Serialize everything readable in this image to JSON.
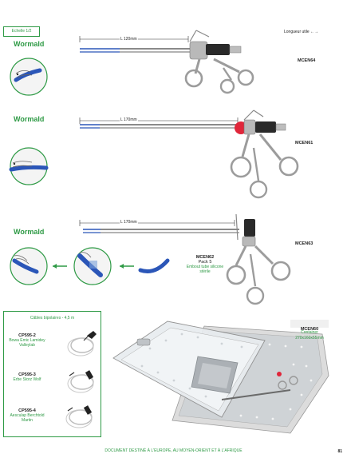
{
  "header": {
    "scale_label": "Echelle 1/2",
    "useful_length_label": "Longueur utile ←→"
  },
  "products": [
    {
      "brand": "Wormald",
      "length_label": "L 120mm",
      "ref": "MCEN64"
    },
    {
      "brand": "Wormald",
      "length_label": "L 170mm",
      "ref": "MCEN61"
    },
    {
      "brand": "Wormald",
      "length_label": "L 170mm",
      "ref": "MCEN63"
    }
  ],
  "tip_accessory": {
    "ref": "MCEN62",
    "pack": "Pack 5",
    "desc_line1": "Embout tube silicone",
    "desc_line2": "stérile"
  },
  "cables": {
    "title": "Câbles bipolaires - 4,5 m",
    "items": [
      {
        "ref": "CP595-2",
        "desc": "Bowa Emic Lamidey Valleylab"
      },
      {
        "ref": "CP595-3",
        "desc": "Erbe Storz Wolf"
      },
      {
        "ref": "CP595-4",
        "desc": "Aesculap Berchtold Martin"
      }
    ]
  },
  "container": {
    "ref": "MCEN60",
    "label": "Container",
    "dims": "270x160x55mm"
  },
  "footer": {
    "notice": "DOCUMENT DESTINÉ À L'EUROPE, AU MOYEN-ORIENT ET À L'AFRIQUE",
    "page_number": "81"
  },
  "colors": {
    "brand_green": "#2e9a45",
    "instrument_blue": "#2b56b8",
    "hub_red": "#e0263a"
  }
}
